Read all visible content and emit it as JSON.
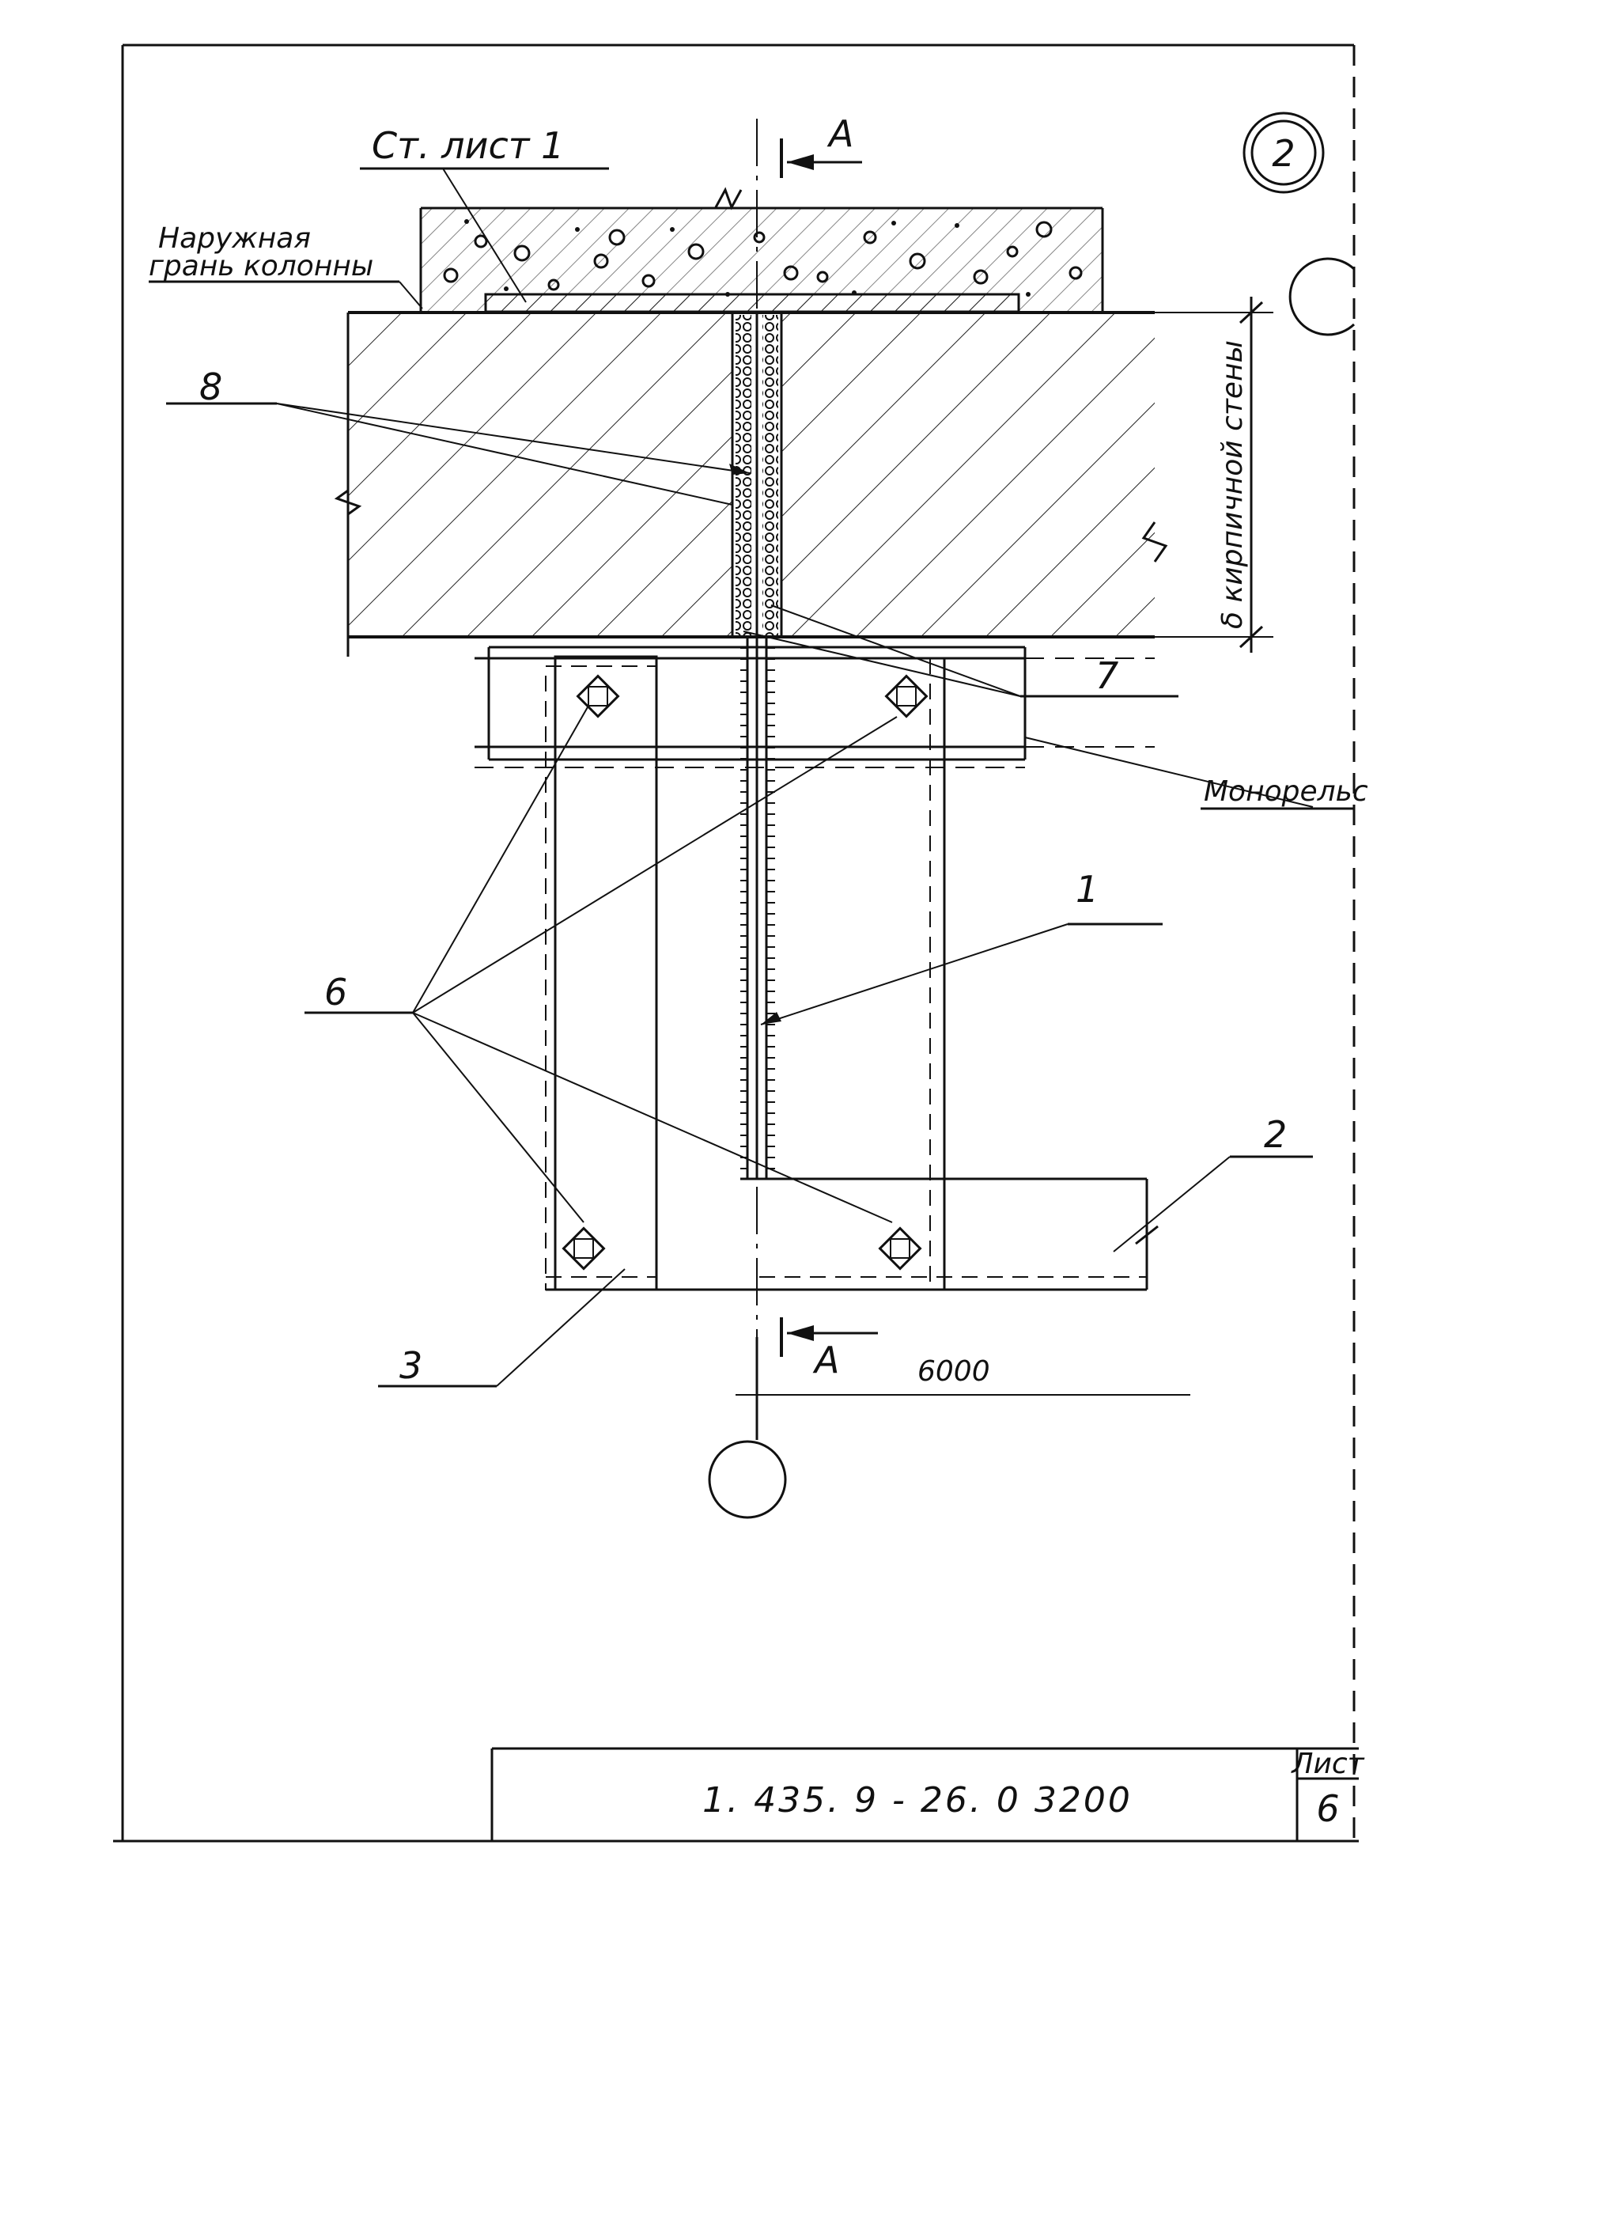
{
  "drawing": {
    "section_label": "А",
    "detail_number": "2",
    "labels": {
      "st_list": "Ст. лист 1",
      "outer_face_line1": "Наружная",
      "outer_face_line2": "грань колонны",
      "wall_dim": "δ кирпичной стены",
      "monorail": "Монорельс",
      "dimension": "6000"
    },
    "callouts": [
      "1",
      "2",
      "3",
      "6",
      "7",
      "8"
    ]
  },
  "title_block": {
    "doc_code": "1. 435. 9 - 26. 0   3200",
    "sheet_label": "Лист",
    "sheet_number": "6"
  }
}
